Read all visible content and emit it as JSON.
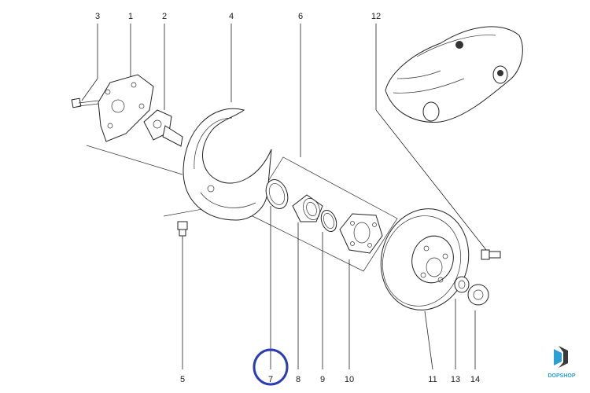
{
  "callouts": {
    "n1": "1",
    "n2": "2",
    "n3": "3",
    "n4": "4",
    "n5": "5",
    "n6": "6",
    "n7": "7",
    "n8": "8",
    "n9": "9",
    "n10": "10",
    "n11": "11",
    "n12": "12",
    "n13": "13",
    "n14": "14"
  },
  "highlight": {
    "callout": "7",
    "color": "#2b3cb5"
  },
  "brand": {
    "name": "DOPSHOP",
    "color": "#2b9fd6"
  },
  "icons": [
    "car-illustration-icon",
    "dopshop-logo-icon"
  ]
}
